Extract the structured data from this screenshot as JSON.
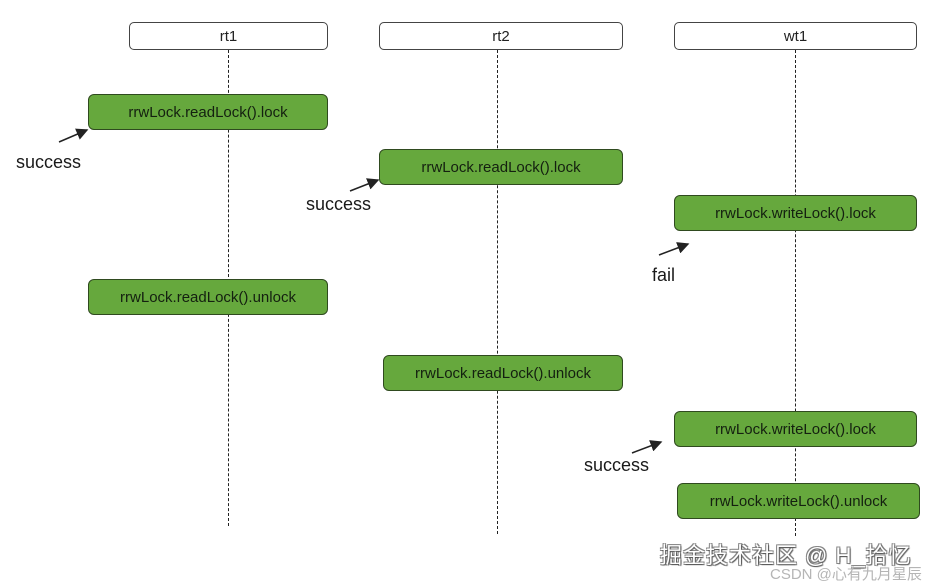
{
  "diagram": {
    "type": "sequence",
    "lifelines": [
      {
        "id": "rt1",
        "label": "rt1"
      },
      {
        "id": "rt2",
        "label": "rt2"
      },
      {
        "id": "wt1",
        "label": "wt1"
      }
    ],
    "actions": [
      {
        "lifeline": "rt1",
        "label": "rrwLock.readLock().lock",
        "result": "success"
      },
      {
        "lifeline": "rt2",
        "label": "rrwLock.readLock().lock",
        "result": "success"
      },
      {
        "lifeline": "wt1",
        "label": "rrwLock.writeLock().lock",
        "result": "fail"
      },
      {
        "lifeline": "rt1",
        "label": "rrwLock.readLock().unlock",
        "result": ""
      },
      {
        "lifeline": "rt2",
        "label": "rrwLock.readLock().unlock",
        "result": ""
      },
      {
        "lifeline": "wt1",
        "label": "rrwLock.writeLock().lock",
        "result": "success"
      },
      {
        "lifeline": "wt1",
        "label": "rrwLock.writeLock().unlock",
        "result": ""
      }
    ],
    "colors": {
      "action_fill": "#66a83d",
      "action_border": "#2f4a1f"
    }
  },
  "watermark": {
    "line1": "掘金技术社区 @ H_拾忆",
    "line2": "CSDN @心有九月星辰"
  }
}
